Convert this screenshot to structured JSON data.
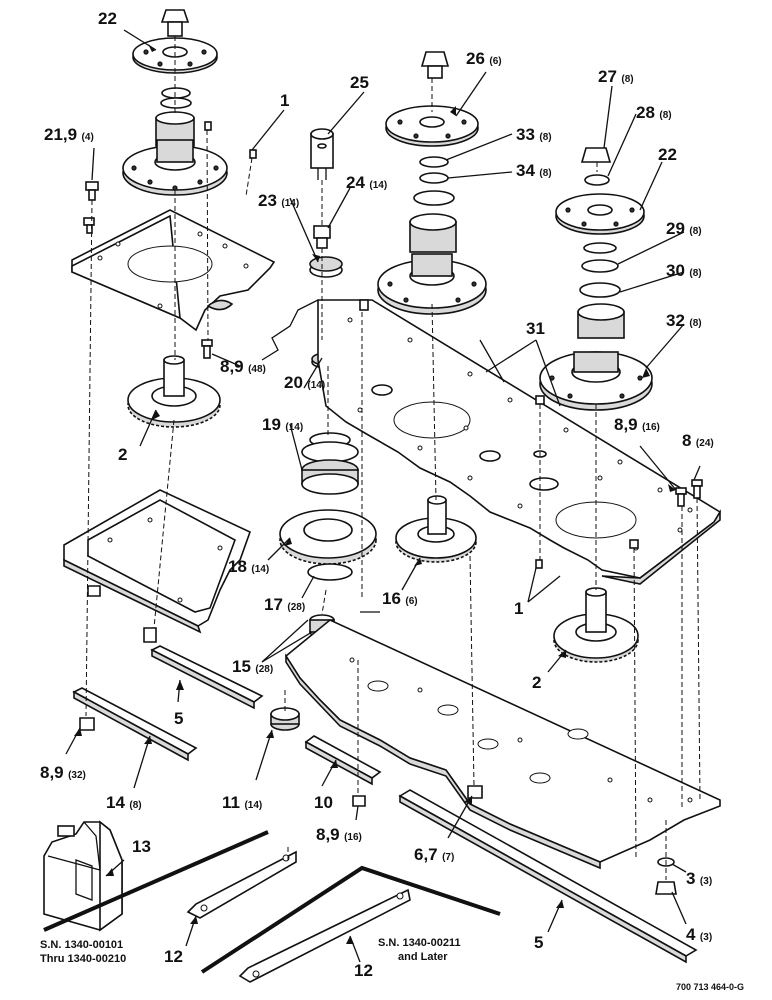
{
  "callouts": [
    {
      "id": "c22a",
      "num": "22",
      "qty": ""
    },
    {
      "id": "c1a",
      "num": "1",
      "qty": ""
    },
    {
      "id": "c25",
      "num": "25",
      "qty": ""
    },
    {
      "id": "c26",
      "num": "26",
      "qty": "(6)"
    },
    {
      "id": "c27",
      "num": "27",
      "qty": "(8)"
    },
    {
      "id": "c28",
      "num": "28",
      "qty": "(8)"
    },
    {
      "id": "c21",
      "num": "21,9",
      "qty": "(4)"
    },
    {
      "id": "c33",
      "num": "33",
      "qty": "(8)"
    },
    {
      "id": "c34",
      "num": "34",
      "qty": "(8)"
    },
    {
      "id": "c22b",
      "num": "22",
      "qty": ""
    },
    {
      "id": "c23",
      "num": "23",
      "qty": "(14)"
    },
    {
      "id": "c24",
      "num": "24",
      "qty": "(14)"
    },
    {
      "id": "c29",
      "num": "29",
      "qty": "(8)"
    },
    {
      "id": "c30",
      "num": "30",
      "qty": "(8)"
    },
    {
      "id": "c31",
      "num": "31",
      "qty": ""
    },
    {
      "id": "c32",
      "num": "32",
      "qty": "(8)"
    },
    {
      "id": "c8948",
      "num": "8,9",
      "qty": "(48)"
    },
    {
      "id": "c20",
      "num": "20",
      "qty": "(14)"
    },
    {
      "id": "c19",
      "num": "19",
      "qty": "(14)"
    },
    {
      "id": "c2a",
      "num": "2",
      "qty": ""
    },
    {
      "id": "c8916a",
      "num": "8,9",
      "qty": "(16)"
    },
    {
      "id": "c8",
      "num": "8",
      "qty": "(24)"
    },
    {
      "id": "c18",
      "num": "18",
      "qty": "(14)"
    },
    {
      "id": "c16",
      "num": "16",
      "qty": "(6)"
    },
    {
      "id": "c17",
      "num": "17",
      "qty": "(28)"
    },
    {
      "id": "c1b",
      "num": "1",
      "qty": ""
    },
    {
      "id": "c15",
      "num": "15",
      "qty": "(28)"
    },
    {
      "id": "c2b",
      "num": "2",
      "qty": ""
    },
    {
      "id": "c5a",
      "num": "5",
      "qty": ""
    },
    {
      "id": "c8932",
      "num": "8,9",
      "qty": "(32)"
    },
    {
      "id": "c14",
      "num": "14",
      "qty": "(8)"
    },
    {
      "id": "c11",
      "num": "11",
      "qty": "(14)"
    },
    {
      "id": "c10",
      "num": "10",
      "qty": ""
    },
    {
      "id": "c8916b",
      "num": "8,9",
      "qty": "(16)"
    },
    {
      "id": "c67",
      "num": "6,7",
      "qty": "(7)"
    },
    {
      "id": "c13",
      "num": "13",
      "qty": ""
    },
    {
      "id": "c3",
      "num": "3",
      "qty": "(3)"
    },
    {
      "id": "c4",
      "num": "4",
      "qty": "(3)"
    },
    {
      "id": "c5b",
      "num": "5",
      "qty": ""
    },
    {
      "id": "c12a",
      "num": "12",
      "qty": ""
    },
    {
      "id": "c12b",
      "num": "12",
      "qty": ""
    }
  ],
  "notes": {
    "sn_left_line1": "S.N. 1340-00101",
    "sn_left_line2": "Thru 1340-00210",
    "sn_right_line1": "S.N. 1340-00211",
    "sn_right_line2": "and Later",
    "drawing_code": "700 713 464-0-G"
  }
}
